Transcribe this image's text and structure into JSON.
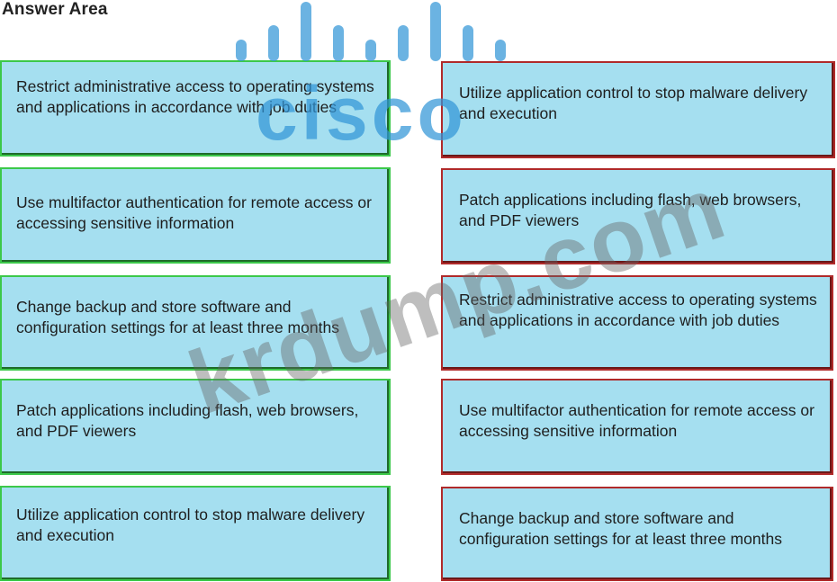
{
  "answer_area": {
    "title": "Answer Area"
  },
  "left_column": {
    "items": [
      "Restrict administrative access to operating systems and applications in accordance with job duties",
      "Use multifactor authentication for remote access or accessing sensitive information",
      "Change backup and store software and configuration settings for at least three months",
      "Patch applications including flash, web browsers, and PDF viewers",
      "Utilize application control to stop malware delivery and execution"
    ]
  },
  "right_column": {
    "items": [
      "Utilize application control to stop malware delivery and execution",
      "Patch applications including flash, web browsers, and PDF viewers",
      "Restrict administrative access to operating systems and applications in accordance with job duties",
      "Use multifactor authentication for remote access or accessing sensitive information",
      "Change backup and store software and configuration settings for at least three months"
    ]
  },
  "watermarks": {
    "brand": "cisco",
    "site": "krdump.com"
  },
  "colors": {
    "box_fill": "#a5dff0",
    "left_border": "#3cc84a",
    "right_border": "#b02a2a",
    "cisco_watermark": "#3296d7"
  }
}
